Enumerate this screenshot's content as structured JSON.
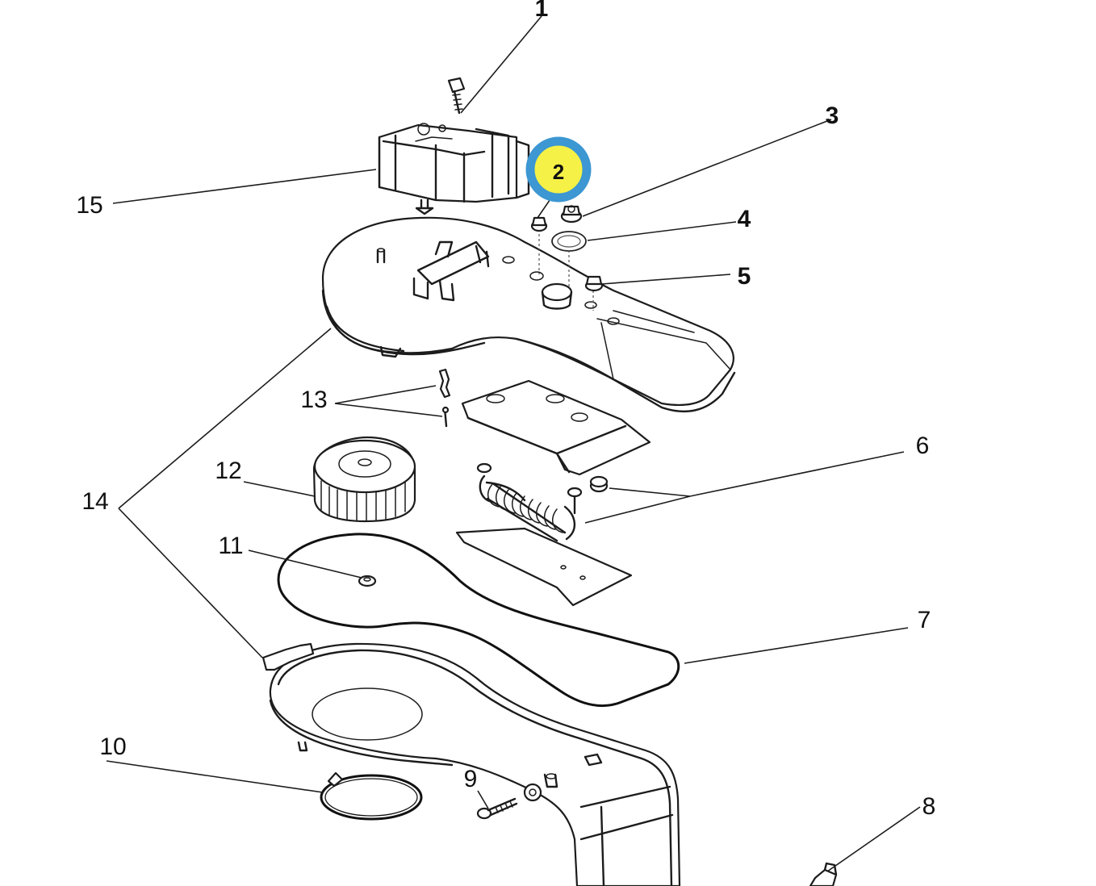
{
  "diagram": {
    "callouts": [
      {
        "id": "1",
        "label": "1"
      },
      {
        "id": "2",
        "label": "2"
      },
      {
        "id": "3",
        "label": "3"
      },
      {
        "id": "4",
        "label": "4"
      },
      {
        "id": "5",
        "label": "5"
      },
      {
        "id": "6",
        "label": "6"
      },
      {
        "id": "7",
        "label": "7"
      },
      {
        "id": "8",
        "label": "8"
      },
      {
        "id": "9",
        "label": "9"
      },
      {
        "id": "10",
        "label": "10"
      },
      {
        "id": "11",
        "label": "11"
      },
      {
        "id": "12",
        "label": "12"
      },
      {
        "id": "13",
        "label": "13"
      },
      {
        "id": "14",
        "label": "14"
      },
      {
        "id": "15",
        "label": "15"
      }
    ],
    "highlight": {
      "callout": "2",
      "ring_color": "#3c97d2",
      "fill_color": "#f6f146"
    }
  }
}
